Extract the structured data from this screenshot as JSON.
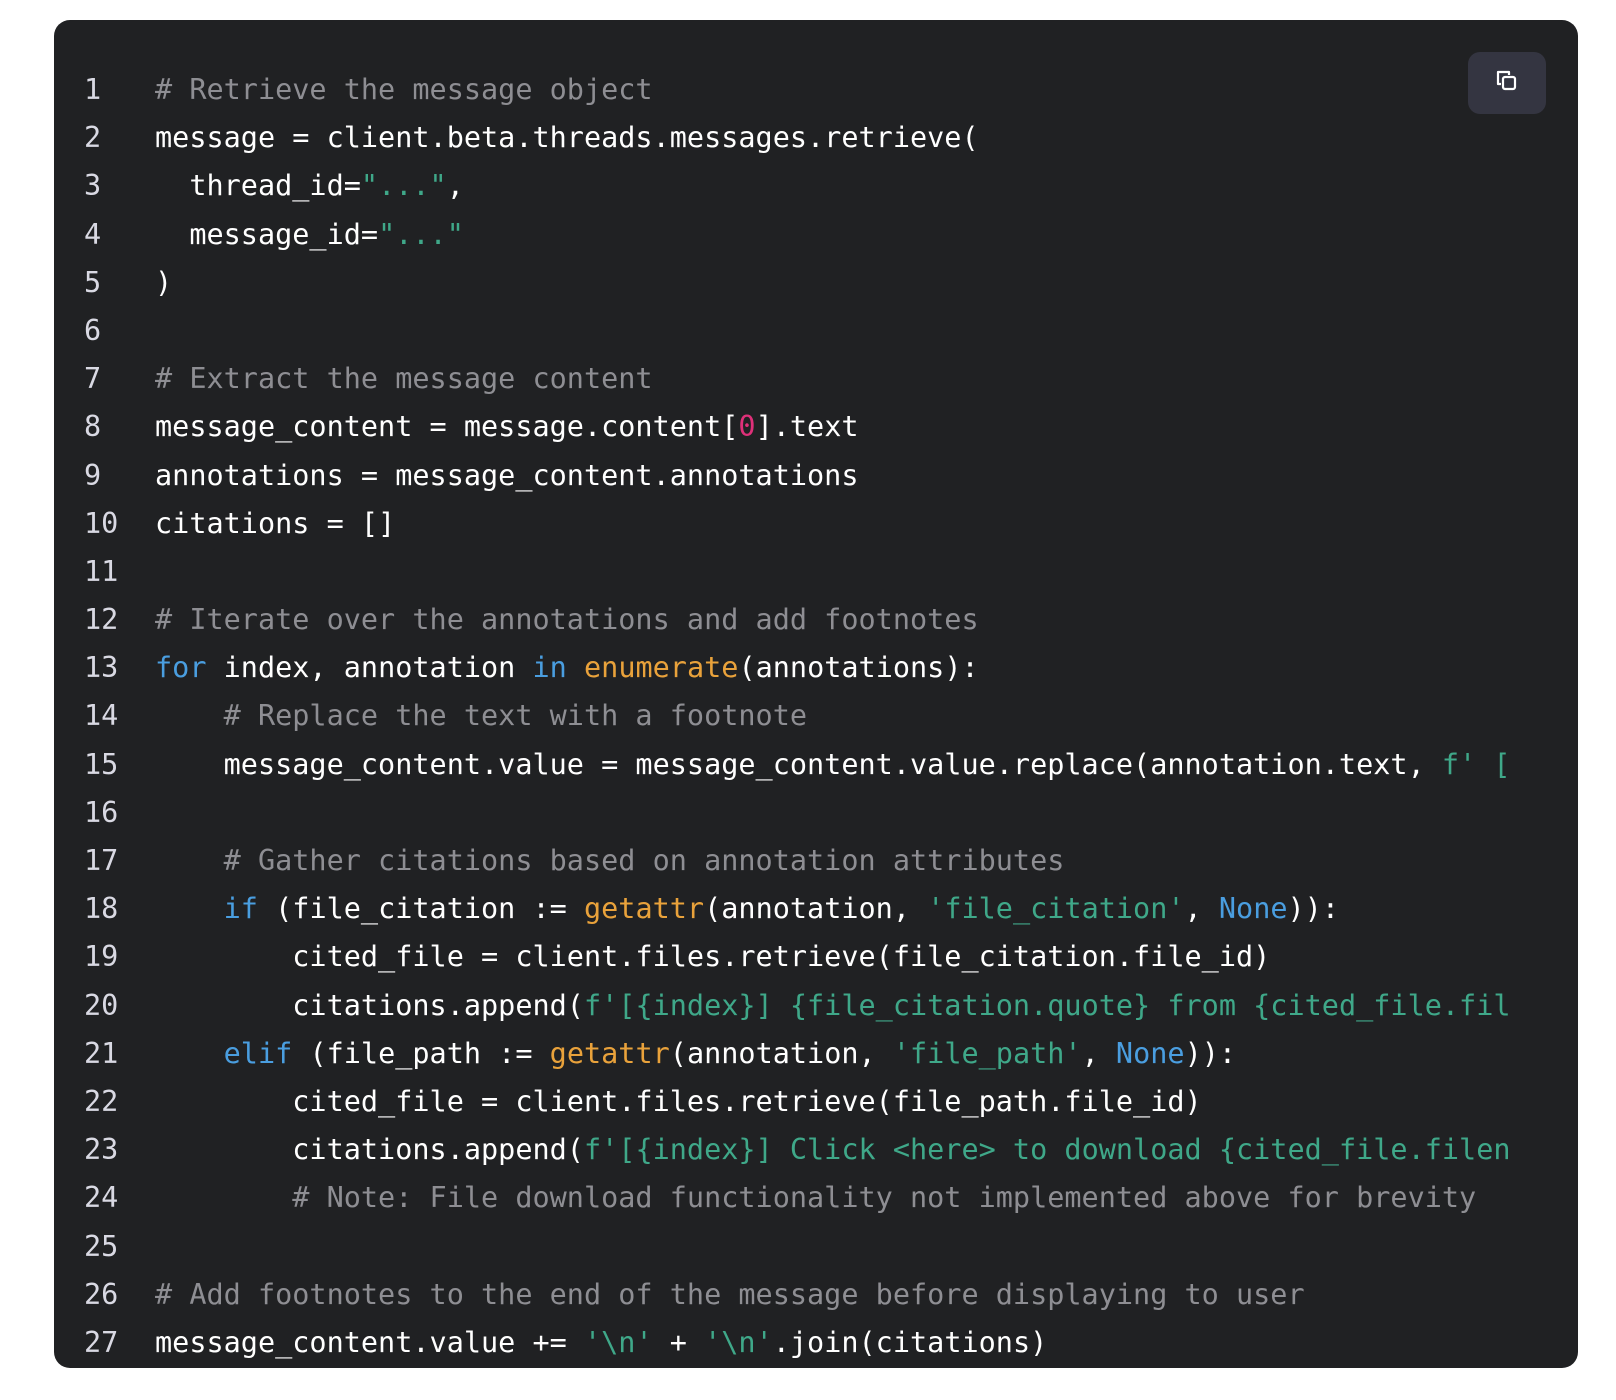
{
  "copy_button": {
    "icon": "copy-icon"
  },
  "colors": {
    "background": "#202123",
    "comment": "#8e8e93",
    "keyword": "#4a9ee0",
    "function": "#e9a23b",
    "string": "#3fa889",
    "number": "#df3079"
  },
  "lines": [
    {
      "n": "1",
      "tokens": [
        [
          "comment",
          "# Retrieve the message object"
        ]
      ]
    },
    {
      "n": "2",
      "tokens": [
        [
          "plain",
          "message = client.beta.threads.messages.retrieve("
        ]
      ]
    },
    {
      "n": "3",
      "tokens": [
        [
          "plain",
          "  thread_id="
        ],
        [
          "str",
          "\"...\""
        ],
        [
          "plain",
          ","
        ]
      ]
    },
    {
      "n": "4",
      "tokens": [
        [
          "plain",
          "  message_id="
        ],
        [
          "str",
          "\"...\""
        ]
      ]
    },
    {
      "n": "5",
      "tokens": [
        [
          "plain",
          ")"
        ]
      ]
    },
    {
      "n": "6",
      "tokens": []
    },
    {
      "n": "7",
      "tokens": [
        [
          "comment",
          "# Extract the message content"
        ]
      ]
    },
    {
      "n": "8",
      "tokens": [
        [
          "plain",
          "message_content = message.content["
        ],
        [
          "num",
          "0"
        ],
        [
          "plain",
          "].text"
        ]
      ]
    },
    {
      "n": "9",
      "tokens": [
        [
          "plain",
          "annotations = message_content.annotations"
        ]
      ]
    },
    {
      "n": "10",
      "tokens": [
        [
          "plain",
          "citations = []"
        ]
      ]
    },
    {
      "n": "11",
      "tokens": []
    },
    {
      "n": "12",
      "tokens": [
        [
          "comment",
          "# Iterate over the annotations and add footnotes"
        ]
      ]
    },
    {
      "n": "13",
      "tokens": [
        [
          "kw",
          "for"
        ],
        [
          "plain",
          " index, annotation "
        ],
        [
          "kw",
          "in"
        ],
        [
          "plain",
          " "
        ],
        [
          "fn",
          "enumerate"
        ],
        [
          "plain",
          "(annotations):"
        ]
      ]
    },
    {
      "n": "14",
      "tokens": [
        [
          "comment",
          "    # Replace the text with a footnote"
        ]
      ]
    },
    {
      "n": "15",
      "tokens": [
        [
          "plain",
          "    message_content.value = message_content.value.replace(annotation.text, "
        ],
        [
          "str",
          "f' ["
        ]
      ]
    },
    {
      "n": "16",
      "tokens": []
    },
    {
      "n": "17",
      "tokens": [
        [
          "comment",
          "    # Gather citations based on annotation attributes"
        ]
      ]
    },
    {
      "n": "18",
      "tokens": [
        [
          "plain",
          "    "
        ],
        [
          "kw",
          "if"
        ],
        [
          "plain",
          " (file_citation := "
        ],
        [
          "fn",
          "getattr"
        ],
        [
          "plain",
          "(annotation, "
        ],
        [
          "str",
          "'file_citation'"
        ],
        [
          "plain",
          ", "
        ],
        [
          "kw",
          "None"
        ],
        [
          "plain",
          "))："
        ]
      ]
    },
    {
      "n": "19",
      "tokens": [
        [
          "plain",
          "        cited_file = client.files.retrieve(file_citation.file_id)"
        ]
      ]
    },
    {
      "n": "20",
      "tokens": [
        [
          "plain",
          "        citations.append("
        ],
        [
          "str",
          "f'[{index}] {file_citation.quote} from {cited_file.fil"
        ]
      ]
    },
    {
      "n": "21",
      "tokens": [
        [
          "plain",
          "    "
        ],
        [
          "kw",
          "elif"
        ],
        [
          "plain",
          " (file_path := "
        ],
        [
          "fn",
          "getattr"
        ],
        [
          "plain",
          "(annotation, "
        ],
        [
          "str",
          "'file_path'"
        ],
        [
          "plain",
          ", "
        ],
        [
          "kw",
          "None"
        ],
        [
          "plain",
          ")):"
        ]
      ]
    },
    {
      "n": "22",
      "tokens": [
        [
          "plain",
          "        cited_file = client.files.retrieve(file_path.file_id)"
        ]
      ]
    },
    {
      "n": "23",
      "tokens": [
        [
          "plain",
          "        citations.append("
        ],
        [
          "str",
          "f'[{index}] Click <here> to download {cited_file.filen"
        ]
      ]
    },
    {
      "n": "24",
      "tokens": [
        [
          "comment",
          "        # Note: File download functionality not implemented above for brevity"
        ]
      ]
    },
    {
      "n": "25",
      "tokens": []
    },
    {
      "n": "26",
      "tokens": [
        [
          "comment",
          "# Add footnotes to the end of the message before displaying to user"
        ]
      ]
    },
    {
      "n": "27",
      "tokens": [
        [
          "plain",
          "message_content.value += "
        ],
        [
          "str",
          "'\\n'"
        ],
        [
          "plain",
          " + "
        ],
        [
          "str",
          "'\\n'"
        ],
        [
          "plain",
          ".join(citations)"
        ]
      ]
    }
  ]
}
